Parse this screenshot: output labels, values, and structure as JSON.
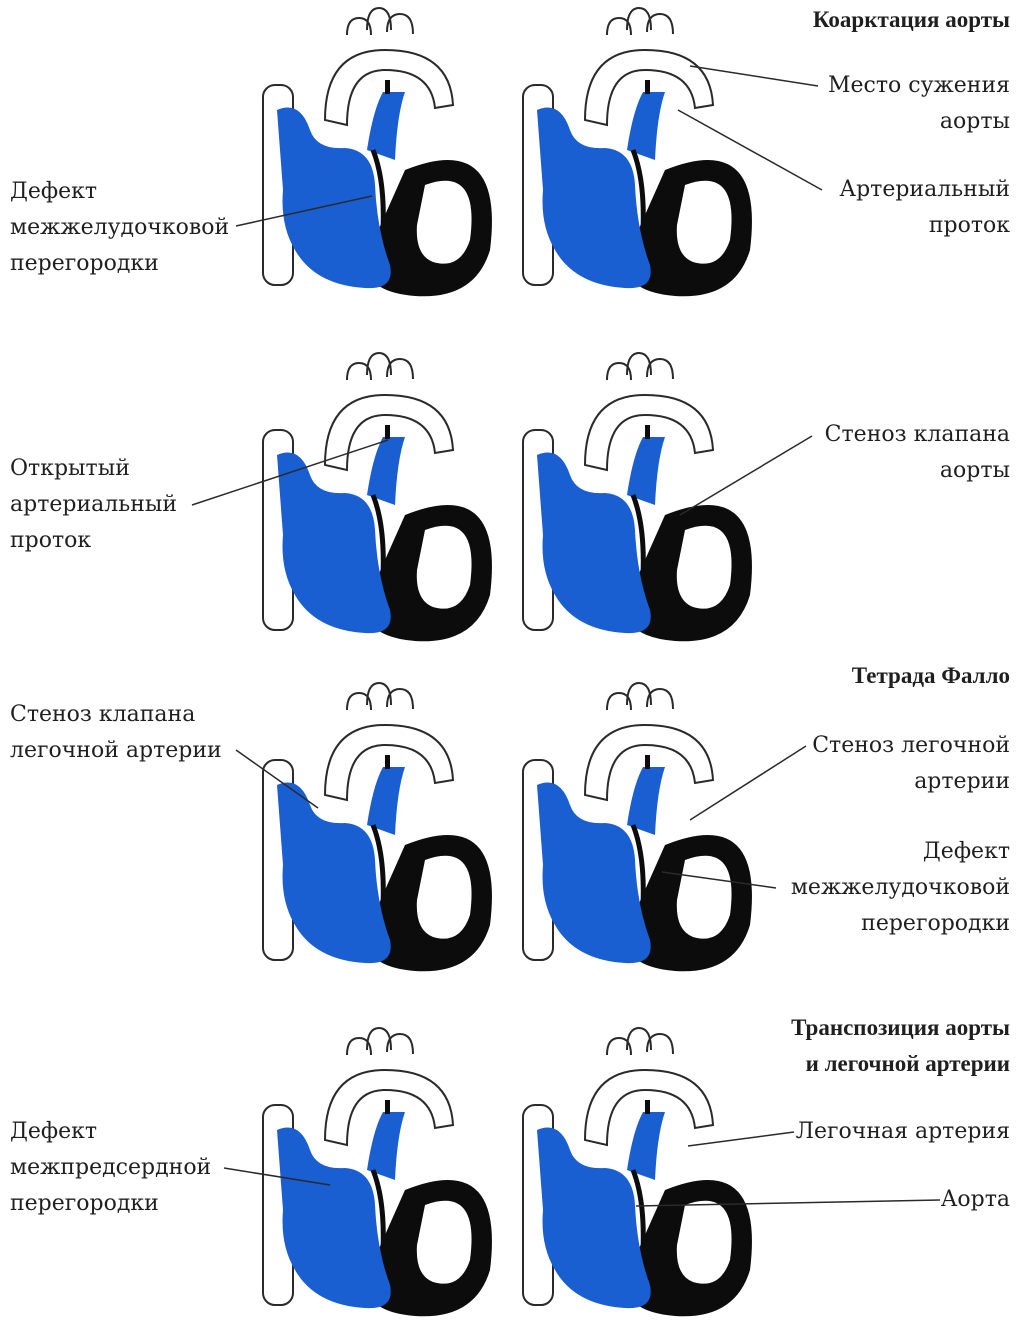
{
  "colors": {
    "blood": "#1a5fd1",
    "muscle": "#0c0c0c",
    "outline": "#2a2a2a",
    "text": "#1f1f1f"
  },
  "headers": {
    "coarctation": [
      "Коарктация аорты"
    ],
    "tetralogy": [
      "Тетрада Фалло"
    ],
    "transposition": [
      "Транспозиция аорты",
      "и легочной артерии"
    ]
  },
  "labels": {
    "vsd_1": [
      "Дефект",
      "межжелудочковой",
      "перегородки"
    ],
    "narrowing_site": [
      "Место сужения",
      "аорты"
    ],
    "arterial_duct": [
      "Артериальный",
      "проток"
    ],
    "patent_duct": [
      "Открытый",
      "артериальный",
      "проток"
    ],
    "aortic_valve_stenosis": [
      "Стеноз клапана",
      "аорты"
    ],
    "pulmonary_valve_stenosis": [
      "Стеноз клапана",
      "легочной артерии"
    ],
    "pulmonary_stenosis": [
      "Стеноз легочной",
      "артерии"
    ],
    "vsd_2": [
      "Дефект",
      "межжелудочковой",
      "перегородки"
    ],
    "asd": [
      "Дефект",
      "межпредсердной",
      "перегородки"
    ],
    "pulmonary_artery": [
      "Легочная артерия"
    ],
    "aorta": [
      "Аорта"
    ]
  }
}
